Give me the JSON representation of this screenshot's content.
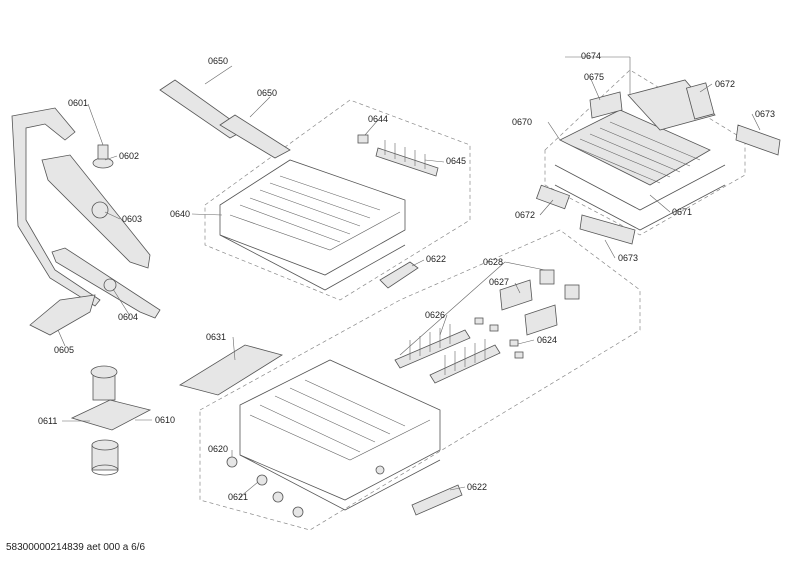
{
  "footer": "58300000214839 aet 000 a 6/6",
  "labels": {
    "p0650a": "0650",
    "p0650b": "0650",
    "p0601": "0601",
    "p0602": "0602",
    "p0603": "0603",
    "p0604": "0604",
    "p0605": "0605",
    "p0640": "0640",
    "p0644": "0644",
    "p0645": "0645",
    "p0622a": "0622",
    "p0674": "0674",
    "p0675": "0675",
    "p0672a": "0672",
    "p0673a": "0673",
    "p0670": "0670",
    "p0671": "0671",
    "p0672b": "0672",
    "p0673b": "0673",
    "p0628": "0628",
    "p0627": "0627",
    "p0626": "0626",
    "p0624": "0624",
    "p0631": "0631",
    "p0611": "0611",
    "p0610": "0610",
    "p0620": "0620",
    "p0621": "0621",
    "p0622b": "0622"
  }
}
